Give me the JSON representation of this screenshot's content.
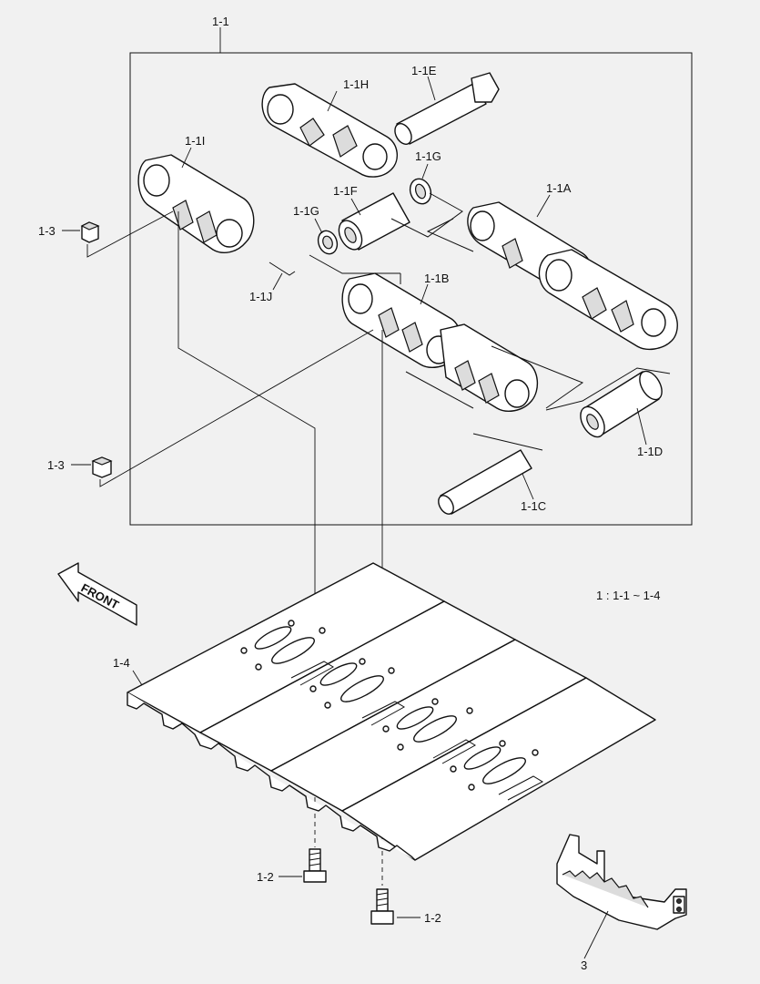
{
  "diagram": {
    "group_label": "1-1",
    "scale_note": "1 : 1-1 ~ 1-4",
    "front_label": "FRONT",
    "parts": {
      "link_a": "1-1A",
      "link_b": "1-1B",
      "pin": "1-1C",
      "bushing": "1-1D",
      "master_pin": "1-1E",
      "master_bushing": "1-1F",
      "seal_left": "1-1G",
      "seal_right": "1-1G",
      "master_link_h": "1-1H",
      "master_link_i": "1-1I",
      "stopper_pin": "1-1J",
      "shoe_bolt_left": "1-2",
      "shoe_bolt_right": "1-2",
      "nut_top": "1-3",
      "nut_bottom": "1-3",
      "track_shoe": "1-4",
      "guard": "3"
    }
  }
}
